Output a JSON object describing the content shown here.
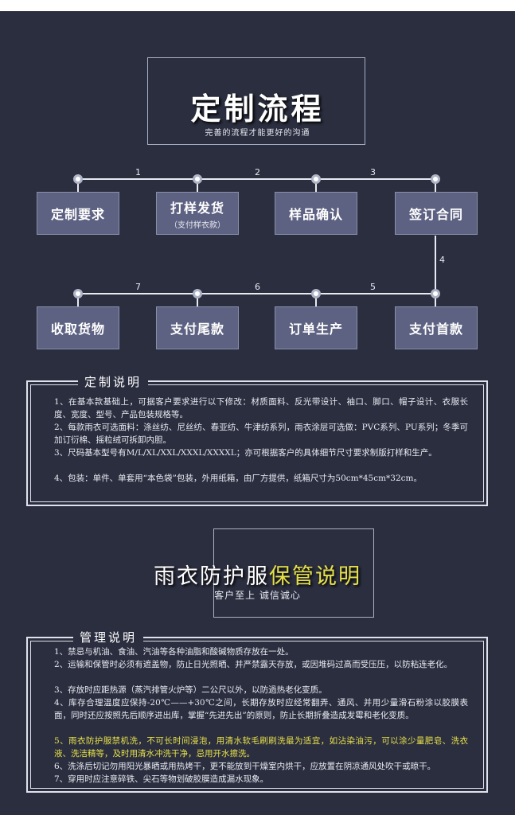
{
  "section1": {
    "title": "定制流程",
    "subtitle": "完善的流程才能更好的沟通"
  },
  "flow": {
    "steps": [
      {
        "label": "定制要求",
        "sub": ""
      },
      {
        "label": "打样发货",
        "sub": "（支付样衣款）"
      },
      {
        "label": "样品确认",
        "sub": ""
      },
      {
        "label": "签订合同",
        "sub": ""
      },
      {
        "label": "支付首款",
        "sub": ""
      },
      {
        "label": "订单生产",
        "sub": ""
      },
      {
        "label": "支付尾款",
        "sub": ""
      },
      {
        "label": "收取货物",
        "sub": ""
      }
    ],
    "numbers": [
      "1",
      "2",
      "3",
      "4",
      "5",
      "6",
      "7"
    ]
  },
  "custom_panel": {
    "title": "定制说明",
    "paragraphs": [
      "1、在基本款基础上，可据客户要求进行以下修改：材质面料、反光带设计、袖口、脚口、帽子设计、衣服长度、宽度、型号、产品包装规格等。",
      "2、每款雨衣可选面料：涤丝纺、尼丝纺、春亚纺、牛津纺系列，雨衣涂层可选做：PVC系列、PU系列；冬季可加订衍棉、摇粒绒可拆卸内胆。",
      "3、尺码基本型号有M/L/XL/XXL/XXXL/XXXXL；亦可根据客户的具体细节尺寸要求制版打样和生产。",
      "4、包装：单件、单套用“本色袋”包装，外用纸箱，由厂方提供，纸箱尺寸为50cm*45cm*32cm。"
    ]
  },
  "section2": {
    "title_white": "雨衣防护服",
    "title_yellow": "保管说明",
    "subtitle": "客户至上  诚信诚心"
  },
  "manage_panel": {
    "title": "管理说明",
    "paragraphs": [
      "1、禁忌与机油、食油、汽油等各种油脂和酸碱物质存放在一处。",
      "2、运输和保管时必须有遮盖物，防止日光照晒、并严禁露天存放，或因堆码过高而受压压，以防粘连老化。",
      "3、存放时应距热源（蒸汽排管火炉等）二公尺以外，以防過热老化变质。",
      "4、库存合理温度应保持-20℃——+30℃之间，长期存放时应经常翻弄、通风、并用少量滑石粉涂以胶膜表面，同时还应按照先后顺序进出库，掌握“先进先出”的原则，防止长期折叠造成发霉和老化变质。",
      "5、雨衣防护服禁机洗，不可长时间浸泡，用清水软毛刷刷洗最为适宜，如沾染油污，可以涂少量肥皂、洗衣液、洗洁精等，及时用清水冲洗干净，忌用开水擦洗。",
      "6、洗涤后切记勿用阳光暴晒或用热烤干，更不能放到干燥室内烘干，应放置在阴凉通风处吹干或晾干。",
      "7、穿用时应注意碎铁、尖石等物划破胶膜造成漏水现象。"
    ]
  },
  "colors": {
    "background": "#2b2e3f",
    "box": "#5e6282",
    "highlight": "#e6e04a"
  }
}
